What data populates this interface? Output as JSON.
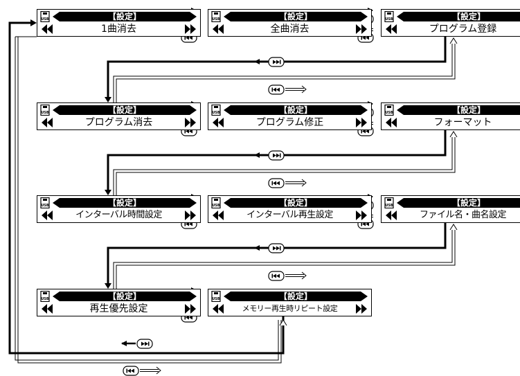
{
  "header_label": "【設定】",
  "screens": [
    {
      "label": "1曲消去"
    },
    {
      "label": "全曲消去"
    },
    {
      "label": "プログラム登録"
    },
    {
      "label": "プログラム消去"
    },
    {
      "label": "プログラム修正"
    },
    {
      "label": "フォーマット"
    },
    {
      "label": "インターバル時間設定"
    },
    {
      "label": "インターバル再生設定"
    },
    {
      "label": "ファイル名・曲名設定"
    },
    {
      "label": "再生優先設定"
    },
    {
      "label": "メモリー再生時リピート設定"
    }
  ],
  "icons": {
    "usb": "usb-icon",
    "prev": "rewind-icon",
    "next": "fast-forward-icon",
    "next_button": "next-track-button-icon",
    "prev_button": "prev-track-button-icon"
  },
  "colors": {
    "ink": "#000000",
    "paper": "#ffffff"
  }
}
